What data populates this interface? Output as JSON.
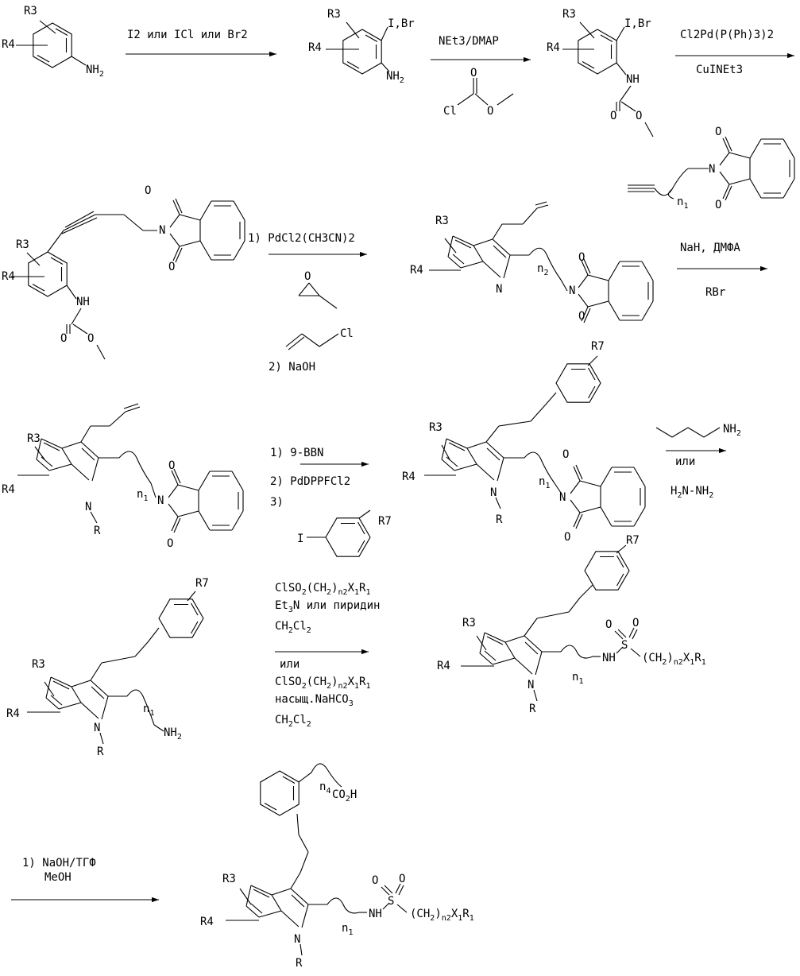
{
  "substituents": {
    "r3": "R3",
    "r4": "R4",
    "r7": "R7",
    "r": "R",
    "n1": "n1",
    "n2": "n2",
    "n4": "n4"
  },
  "atoms": {
    "nh2": "NH2",
    "nh": "NH",
    "n": "N",
    "o": "O",
    "cl": "Cl",
    "s": "S",
    "i_br": "I,Br",
    "i": "I",
    "co2h": "CO2H",
    "ch2_n2_x1_r1": "(CH2)n2X1R1"
  },
  "steps": {
    "s1": {
      "condition": "I2 или ICl или Br2"
    },
    "s2": {
      "reagent": "NEt3/DMAP"
    },
    "s3": {
      "catalyst": "Cl2Pd(P(Ph)3)2",
      "cocatalyst": "CuINEt3"
    },
    "s4": {
      "step1": "1) PdCl2(CH3CN)2",
      "step2": "2) NaOH"
    },
    "s5": {
      "reagent_top": "NaH, ДМФА",
      "reagent_bottom": "RBr"
    },
    "s6": {
      "step1": "1) 9-BBN",
      "step2": "2) PdDPPFCl2",
      "step3": "3)"
    },
    "s7": {
      "reagent_top": "NH2 (n-butylamine)",
      "or": "или",
      "reagent_bottom": "H2N-NH2"
    },
    "s8": {
      "line1": "ClSO2(CH2)n2X1R1",
      "line2": "Et3N или пиридин",
      "line3": "CH2Cl2",
      "line4": "или",
      "line5": "ClSO2(CH2)n2X1R1",
      "line6": "насыщ.NaHCO3",
      "line7": "CH2Cl2"
    },
    "s9": {
      "line1": "1) NaOH/ТГФ",
      "line2": "MeOH"
    }
  }
}
